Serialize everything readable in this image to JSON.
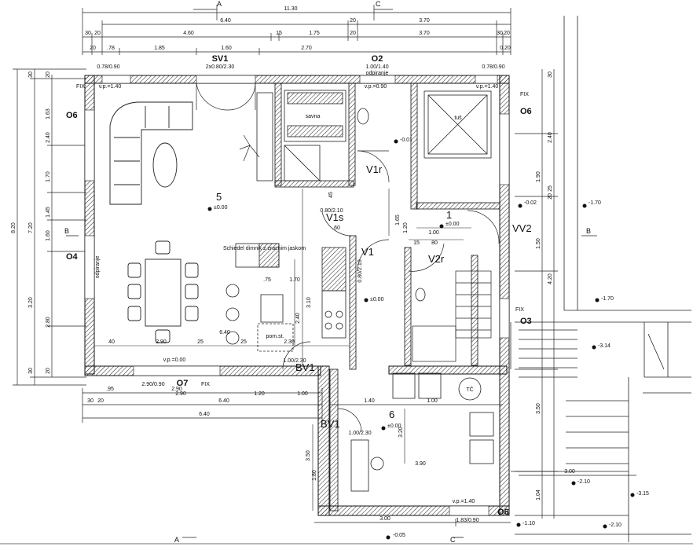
{
  "dims_top": {
    "overall": "11.30",
    "left_6_40": "6.40",
    "mid_20a": "20",
    "right_3_70": "3.70",
    "r2_30a": "30",
    "r2_20": "20",
    "r2_4_60": "4.60",
    "r2_15": "15",
    "r2_1_75": "1.75",
    "r2_20b": "20",
    "r2_3_70": "3.70",
    "r2_30b": "30",
    "r2_20c": "20",
    "r3_20": "20",
    "r3_78": ".78",
    "r3_1_85": "1.85",
    "r3_1_60": "1.60",
    "r3_2_70": "2.70",
    "r3_0_20": "0.20"
  },
  "section_marks": {
    "A": "A",
    "B": "B",
    "C": "C"
  },
  "openings": {
    "sv1": "SV1",
    "sv1_size": "2x0.80/2.30",
    "o2": "O2",
    "o2_size": "1.00/1.40",
    "o2_note": "odpiranje",
    "o6_tl": "O6",
    "o6_tr": "O6",
    "o6_bottom": "O6",
    "o4": "O4",
    "o4_note": "odpiranje",
    "o7": "O7",
    "o7_fix": "FIX",
    "o7_size": "2.90/0.90",
    "o3": "O3",
    "fix_tl": "FIX",
    "fix_tr": "FIX",
    "fix_r": "FIX",
    "v1r": "V1r",
    "v1s": "V1s",
    "v1s_size": "0.80/2.10",
    "v1": "V1",
    "v1_size": "0.80/2.10",
    "v2r": "V2r",
    "vv2": "VV2",
    "bv1a": "BV1",
    "bv1b": "BV1",
    "bv1_size": "1.00/2.30",
    "bv1_size2": "1.00/2.30",
    "size_078_090a": "0.78/0.90",
    "size_078_090b": "0.78/0.90",
    "size_183_090": "1.83/0.90",
    "vp_140a": "v.p.=1.40",
    "vp_140b": "v.p.=1.40",
    "vp_090": "v.p.=0.90",
    "vp_000": "v.p.=0.00",
    "vp_140c": "v.p.=1.40"
  },
  "rooms": {
    "r5": "5",
    "r1": "1",
    "r6": "6",
    "tc": "TČ",
    "savna": "savna",
    "tus": "tuš",
    "pom": "pom.st.",
    "schiedel": "Schiedel dimnik z zracnim jaskom"
  },
  "elevations": {
    "e_r5": "±0.00",
    "e_r1": "±0.00",
    "e_hall": "±0.00",
    "e_r6": "±0.00",
    "e_n001": "-0.01",
    "e_n002": "-0.02",
    "e_n170a": "-1.70",
    "e_n170b": "-1.70",
    "e_n314": "-3.14",
    "e_n210a": "-2.10",
    "e_n315": "-3.15",
    "e_n110": "-1.10",
    "e_n210b": "-2.10",
    "e_n005": "-0.05"
  },
  "dims_left": {
    "overall": "8.20",
    "p7_20": "7.20",
    "l_1_63": "1.63",
    "l_2_40": "2.40",
    "l_1_70": "1.70",
    "l_1_45": "1.45",
    "l_1_60": "1.60",
    "l_3_20": "3.20",
    "l_2_80": "2.80",
    "l_30a": "30",
    "l_20a": "20",
    "l_30b": "30",
    "l_20b": "20"
  },
  "dims_right": {
    "r_1_90": "1.90",
    "r_2_40": "2.40",
    "r_1_50": "1.50",
    "r_4_20": "4.20",
    "r_3_50": "3.50",
    "r_1_04": "1.04",
    "r_30a": "30",
    "r_20a": "20",
    "r_25": "25"
  },
  "dims_bottom": {
    "b_6_40": "6.40",
    "b_2_90": "2.90",
    "b_95": ".95",
    "b_2_90b": "2.90",
    "b_1_20": "1.20",
    "b_1_00": "1.00",
    "b_30": "30",
    "b_20": "20",
    "b_3_00": "3.00",
    "b_3_00b": "3.00",
    "b_3_90": "3.90",
    "b_1_40": "1.40",
    "b_1_00b": "1.00",
    "b_6_40b": "6.40"
  },
  "dims_inner": {
    "i_40": "40",
    "i_2_90": "2.90",
    "i_25a": "25",
    "i_25b": "25",
    "i_2_30": "2.30",
    "i_6_40": "6.40",
    "i_45": "45",
    "i_60": ".60",
    "i_1_00": "1.00",
    "i_80": "80",
    "i_15": "15",
    "i_1_65": "1.65",
    "i_1_20": "1.20",
    "i_75": ".75",
    "i_1_70": "1.70",
    "i_2_40": "2.40",
    "i_3_10": "3.10",
    "i_3_20": "3.20",
    "i_3_50": "3.50",
    "i_1_80": "1.80"
  }
}
